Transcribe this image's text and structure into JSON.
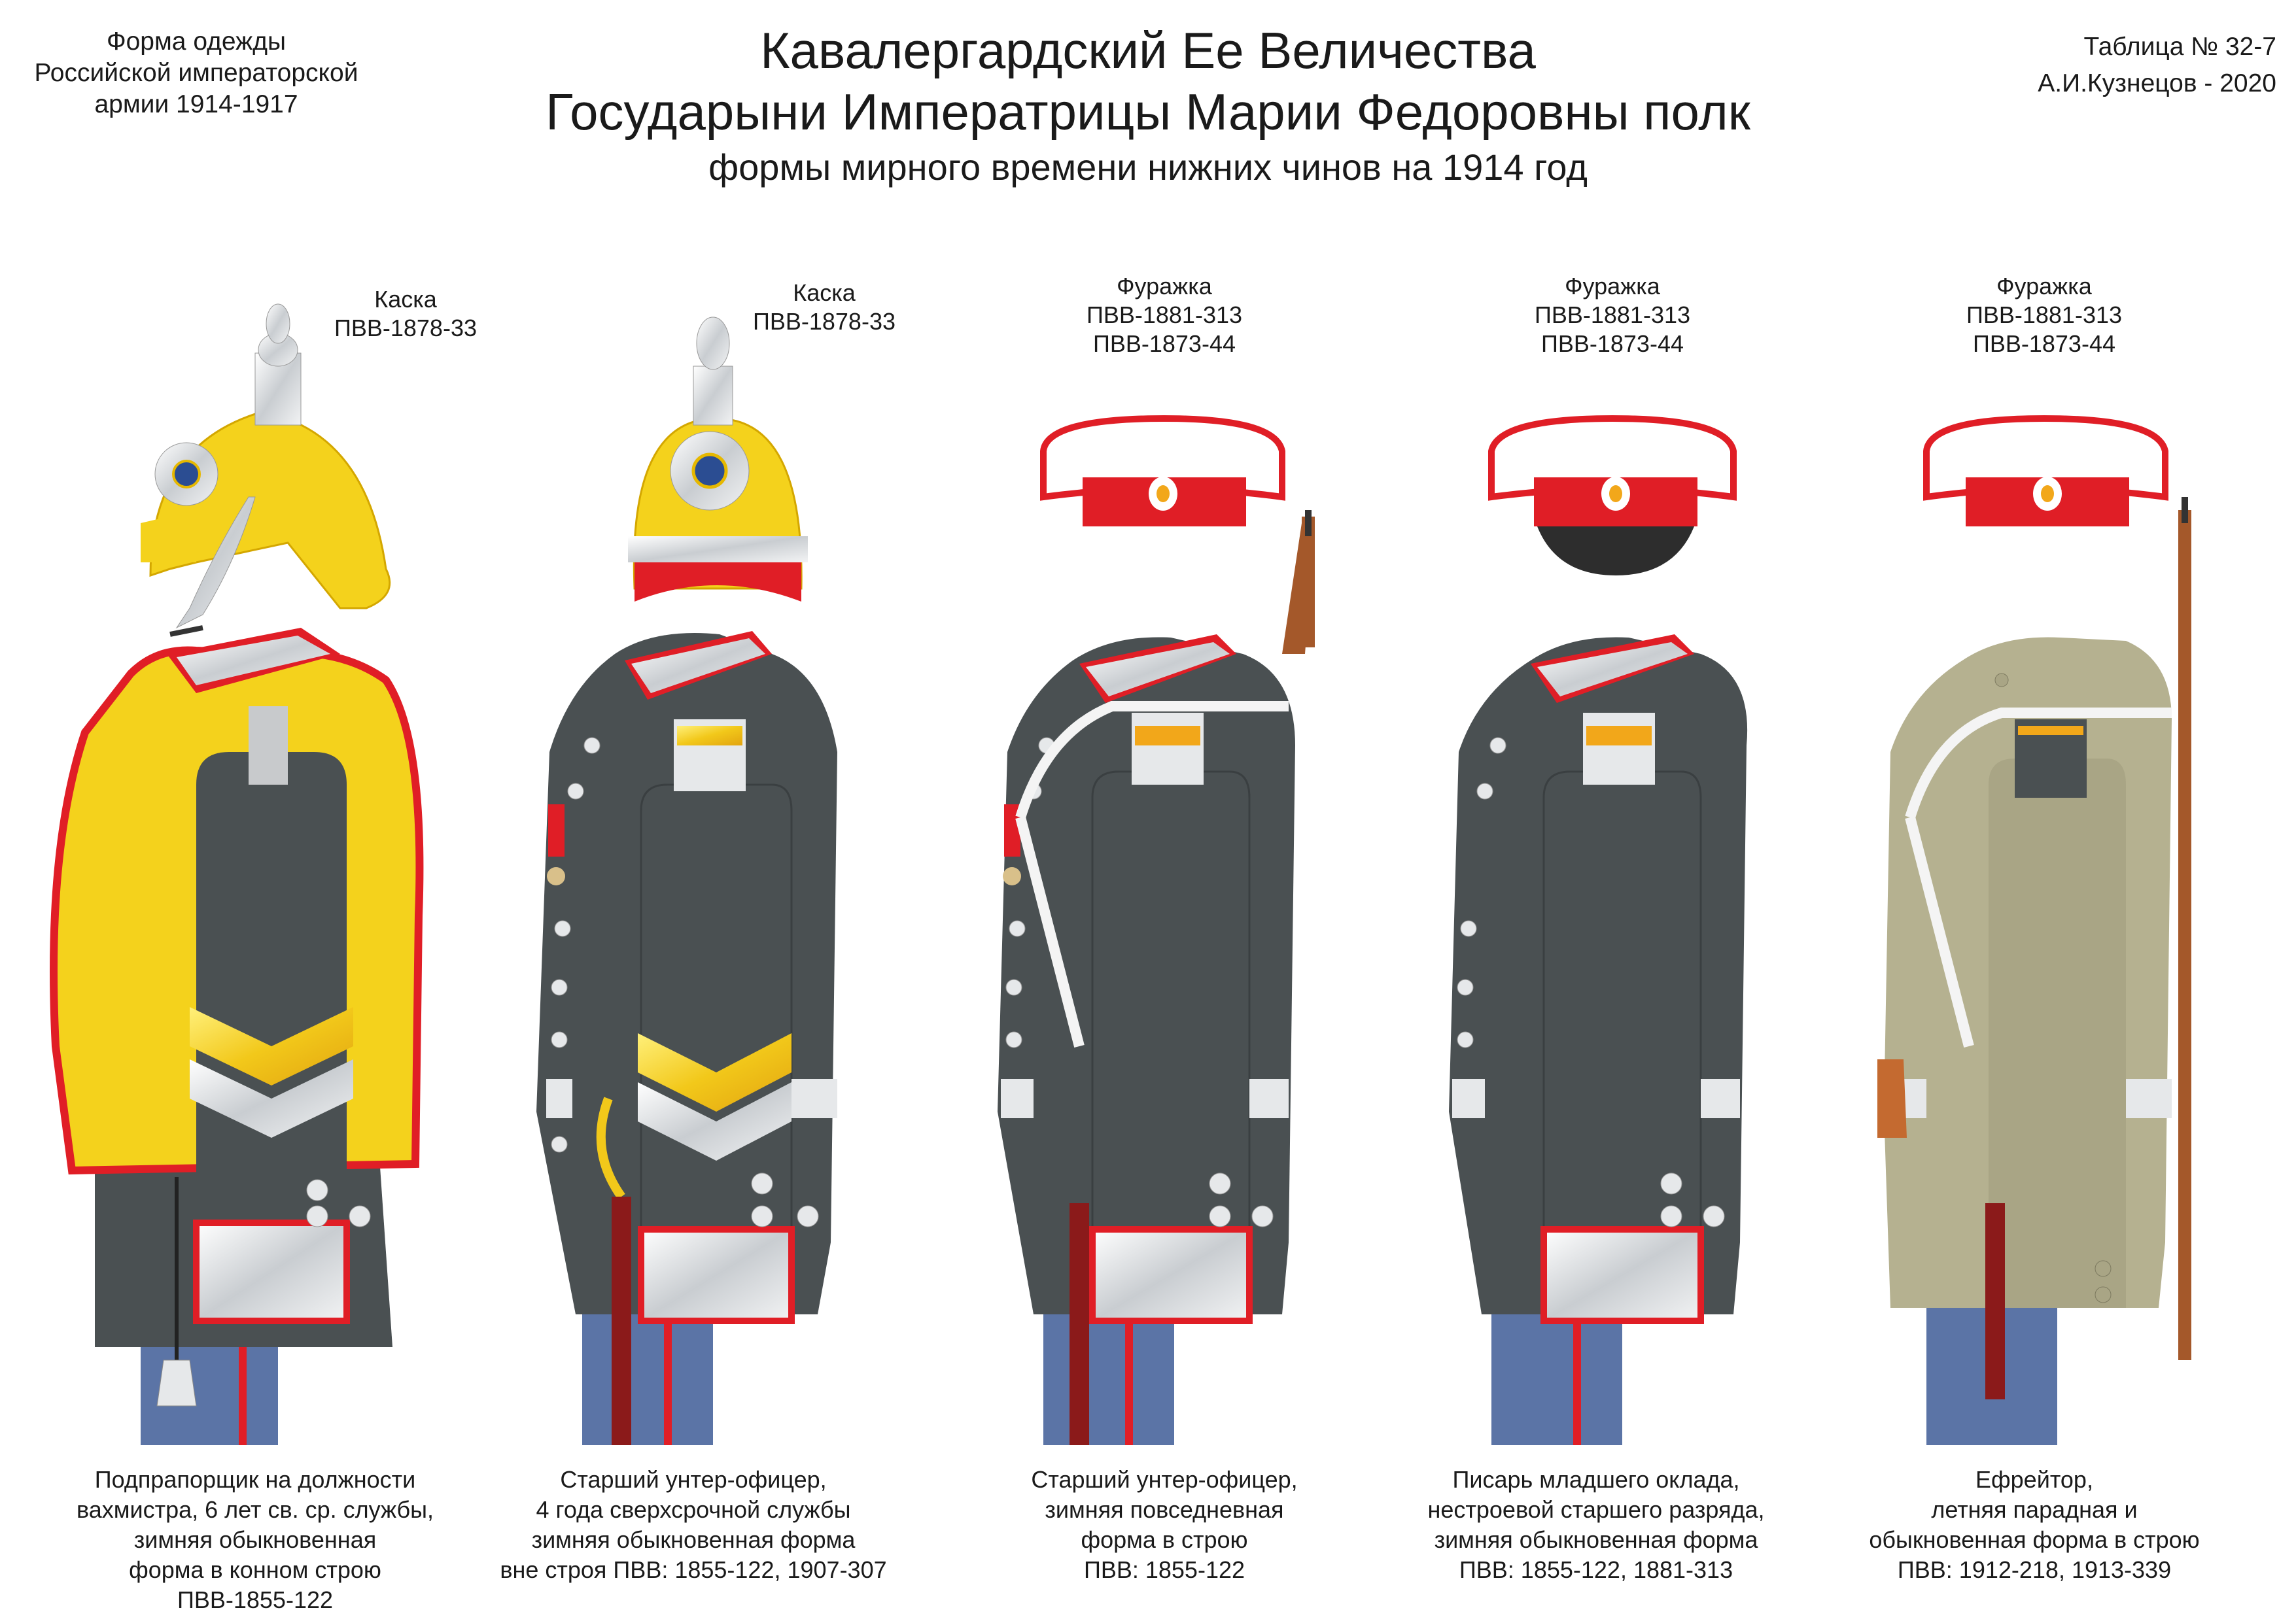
{
  "header": {
    "left_text": "Форма одежды\nРоссийской императорской\nармии  1914-1917",
    "right_text": "Таблица № 32-7\nА.И.Кузнецов - 2020",
    "title_line1": "Кавалергардский Ее Величества",
    "title_line2": "Государыни Императрицы Марии Федоровны полк",
    "subtitle": "формы мирного времени нижних чинов  на 1914 год"
  },
  "figures": [
    {
      "headgear_label": "Каска\nПВВ-1878-33",
      "caption": "Подпрапорщик на должности\nвахмистра, 6 лет св. ср. службы,\nзимняя обыкновенная\nформа в конном строю\nПВВ-1855-122"
    },
    {
      "headgear_label": "Каска\nПВВ-1878-33",
      "caption": "Старший унтер-офицер,\n4 года сверхсрочной службы\nзимняя обыкновенная форма\nвне строя ПВВ: 1855-122, 1907-307"
    },
    {
      "headgear_label": "Фуражка\nПВВ-1881-313\nПВВ-1873-44",
      "caption": "Старший унтер-офицер,\nзимняя повседневная\nформа в строю\nПВВ: 1855-122"
    },
    {
      "headgear_label": "Фуражка\nПВВ-1881-313\nПВВ-1873-44",
      "caption": "Писарь младшего оклада,\nнестроевой старшего разряда,\nзимняя обыкновенная форма\nПВВ: 1855-122, 1881-313"
    },
    {
      "headgear_label": "Фуражка\nПВВ-1881-313\nПВВ-1873-44",
      "caption": "Ефрейтор,\nлетняя парадная и\nобыкновенная форма в строю\nПВВ: 1912-218, 1913-339"
    }
  ],
  "colors": {
    "tunic_dark": "#4a5052",
    "cuirass_yellow": "#f4d21c",
    "piping_red": "#e01e26",
    "trousers_blue": "#5b74a6",
    "summer_tunic": "#b5b190",
    "silver": "#e6e8ea",
    "rifle_wood": "#a4582a",
    "tassel": "#8b1a1a"
  }
}
